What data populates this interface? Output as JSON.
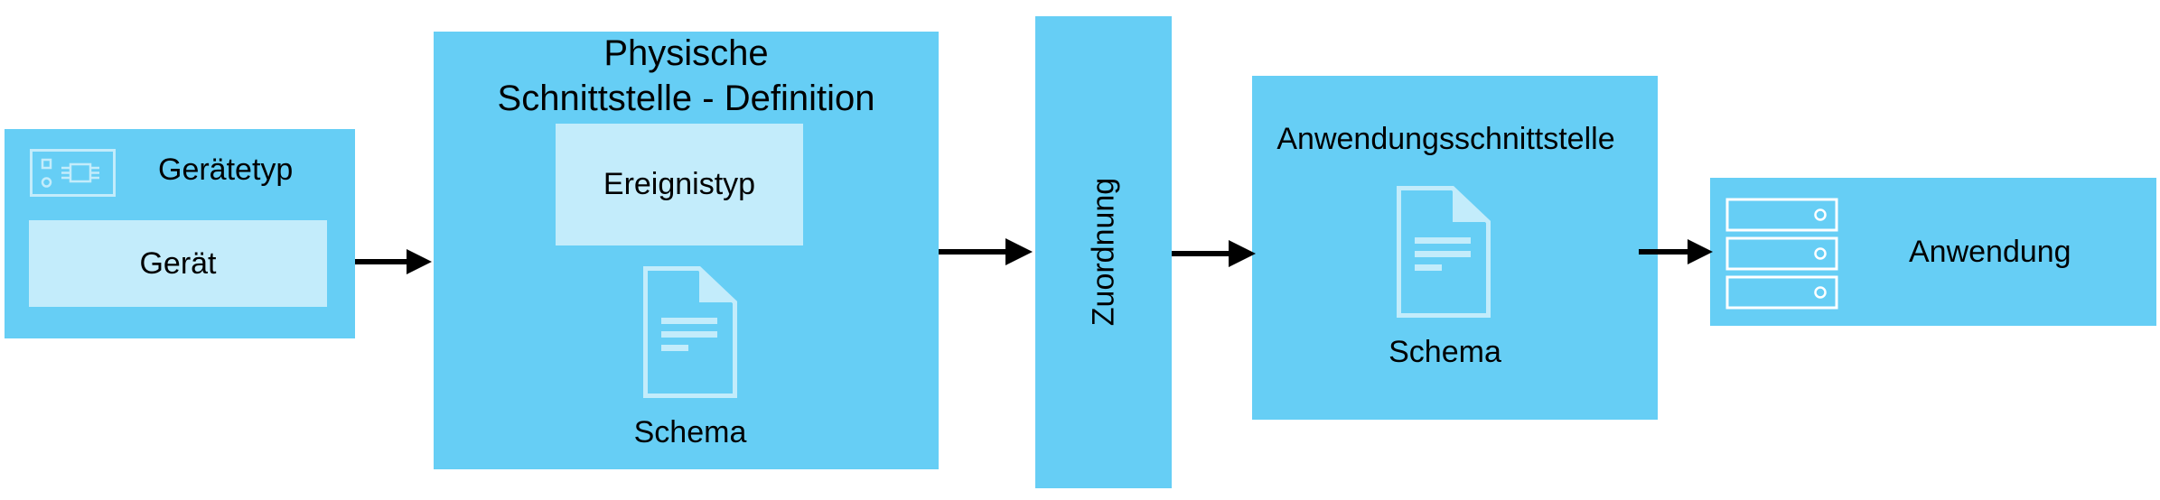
{
  "device_type": {
    "title": "Gerätetyp",
    "device_label": "Gerät",
    "icon": "circuit-board-icon"
  },
  "physical_interface": {
    "title_line1": "Physische",
    "title_line2": "Schnittstelle - Definition",
    "event_type_label": "Ereignistyp",
    "schema_label": "Schema",
    "icon": "document-icon"
  },
  "mapping": {
    "label": "Zuordnung"
  },
  "application_interface": {
    "title": "Anwendungsschnittstelle",
    "schema_label": "Schema",
    "icon": "document-icon"
  },
  "application": {
    "label": "Anwendung",
    "icon": "server-rack-icon"
  },
  "colors": {
    "box_fill": "#66cef5",
    "inner_fill": "#c3ecfb",
    "icon_stroke": "#c3ecfb",
    "arrow": "#000000"
  }
}
